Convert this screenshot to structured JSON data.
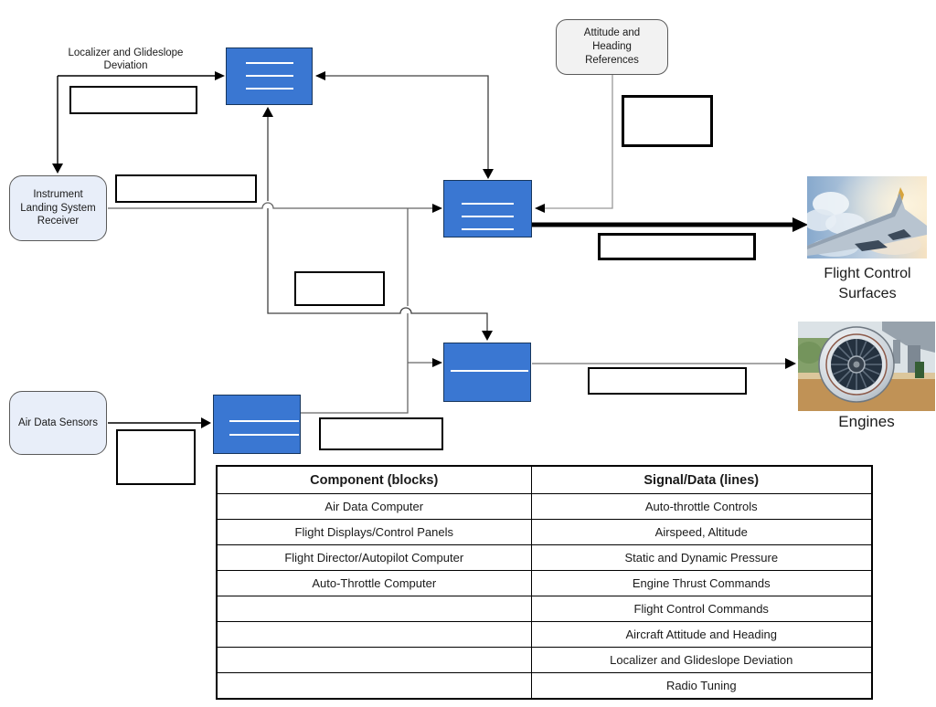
{
  "nodes": {
    "ils_receiver": "Instrument Landing System Receiver",
    "air_data_sensors": "Air Data Sensors",
    "attitude_heading_references": "Attitude and Heading References"
  },
  "line_labels": {
    "localizer_glideslope_deviation": "Localizer and Glideslope Deviation"
  },
  "outputs": {
    "flight_control_surfaces": "Flight Control Surfaces",
    "engines": "Engines"
  },
  "table": {
    "headers": [
      "Component (blocks)",
      "Signal/Data (lines)"
    ],
    "rows": [
      [
        "Air Data Computer",
        "Auto-throttle Controls"
      ],
      [
        "Flight Displays/Control Panels",
        "Airspeed, Altitude"
      ],
      [
        "Flight Director/Autopilot Computer",
        "Static and Dynamic Pressure"
      ],
      [
        "Auto-Throttle Computer",
        "Engine Thrust Commands"
      ],
      [
        "",
        "Flight Control Commands"
      ],
      [
        "",
        "Aircraft Attitude and Heading"
      ],
      [
        "",
        "Localizer and Glideslope Deviation"
      ],
      [
        "",
        "Radio Tuning"
      ]
    ]
  },
  "colors": {
    "block_fill": "#3a77d2",
    "block_border": "#17365d",
    "node_fill": "#e8eef9",
    "node_border": "#5a5a5a",
    "reference_fill": "#f2f2f2",
    "line_dark": "#404040",
    "line_gray": "#666666",
    "line_light": "#999999"
  }
}
